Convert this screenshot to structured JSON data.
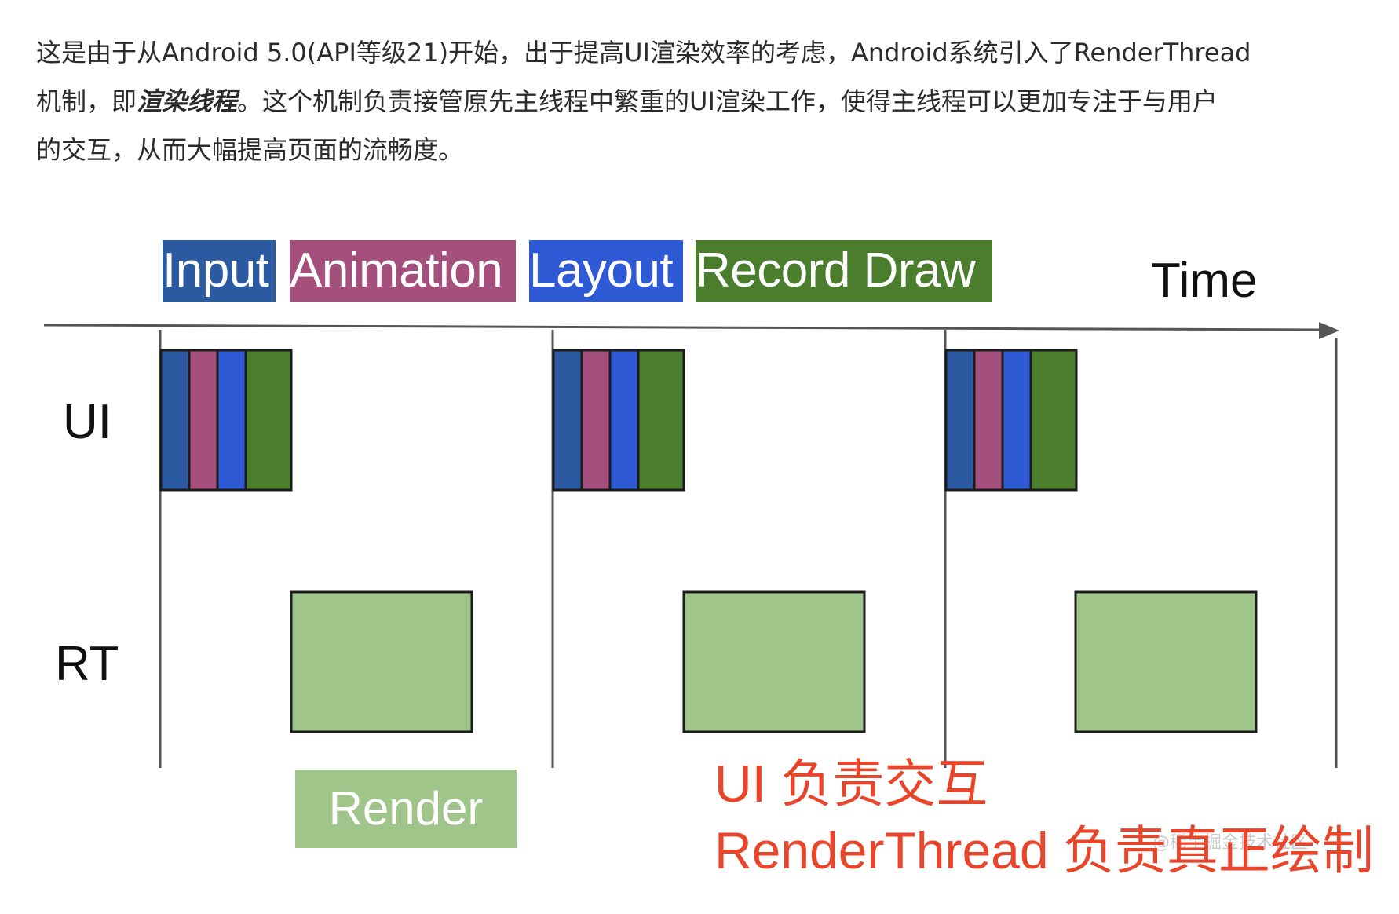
{
  "paragraph": {
    "line1": "这是由于从Android 5.0(API等级21)开始，出于提高UI渲染效率的考虑，Android系统引入了RenderThread",
    "line2_before": "机制，即",
    "line2_emphasis": "渲染线程",
    "line2_after": "。这个机制负责接管原先主线程中繁重的UI渲染工作，使得主线程可以更加专注于与用户",
    "line3": "的交互，从而大幅提高页面的流畅度。"
  },
  "diagram": {
    "legend": [
      {
        "label": "Input",
        "color": "#2b5aa0"
      },
      {
        "label": "Animation",
        "color": "#a5507c"
      },
      {
        "label": "Layout",
        "color": "#2f5ad6"
      },
      {
        "label": "Record Draw",
        "color": "#4a7d2c"
      }
    ],
    "time_label": "Time",
    "row_labels": {
      "ui": "UI",
      "rt": "RT"
    },
    "render_label": "Render",
    "render_color": "#a0c58a",
    "frames": 3,
    "annotation": {
      "line1": "UI 负责交互",
      "line2": "RenderThread 负责真正绘制",
      "color": "#e8452b"
    },
    "watermark": "@稀土掘金技术社区"
  }
}
